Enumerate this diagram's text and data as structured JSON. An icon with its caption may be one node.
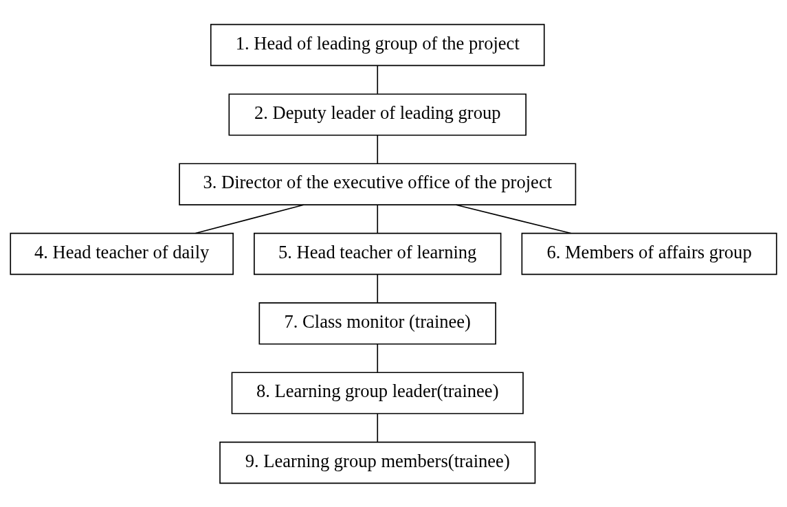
{
  "diagram": {
    "nodes": [
      {
        "text": [
          "1. Head of leading group of the project"
        ]
      },
      {
        "text": [
          "2. Deputy leader of leading group"
        ]
      },
      {
        "text": [
          "3. Director of the executive office of the project"
        ]
      },
      {
        "text": [
          "4. Head teacher of daily"
        ]
      },
      {
        "text": [
          "5. Head teacher of learning"
        ]
      },
      {
        "text": [
          "6. Members of affairs group"
        ]
      },
      {
        "text": [
          "7. Class monitor (trainee)"
        ]
      },
      {
        "text": [
          "8. Learning group leader(trainee)"
        ]
      },
      {
        "text": [
          "9. Learning group members(trainee)"
        ]
      }
    ],
    "edges": [
      {
        "from": 0,
        "to": 1,
        "arrow": "none"
      },
      {
        "from": 1,
        "to": 2,
        "arrow": "none"
      },
      {
        "from": 2,
        "to": 3,
        "arrow": "none"
      },
      {
        "from": 2,
        "to": 4,
        "arrow": "none"
      },
      {
        "from": 2,
        "to": 5,
        "arrow": "none"
      },
      {
        "from": 4,
        "to": 6,
        "arrow": "none"
      },
      {
        "from": 6,
        "to": 7,
        "arrow": "none"
      },
      {
        "from": 7,
        "to": 8,
        "arrow": "none"
      }
    ]
  }
}
